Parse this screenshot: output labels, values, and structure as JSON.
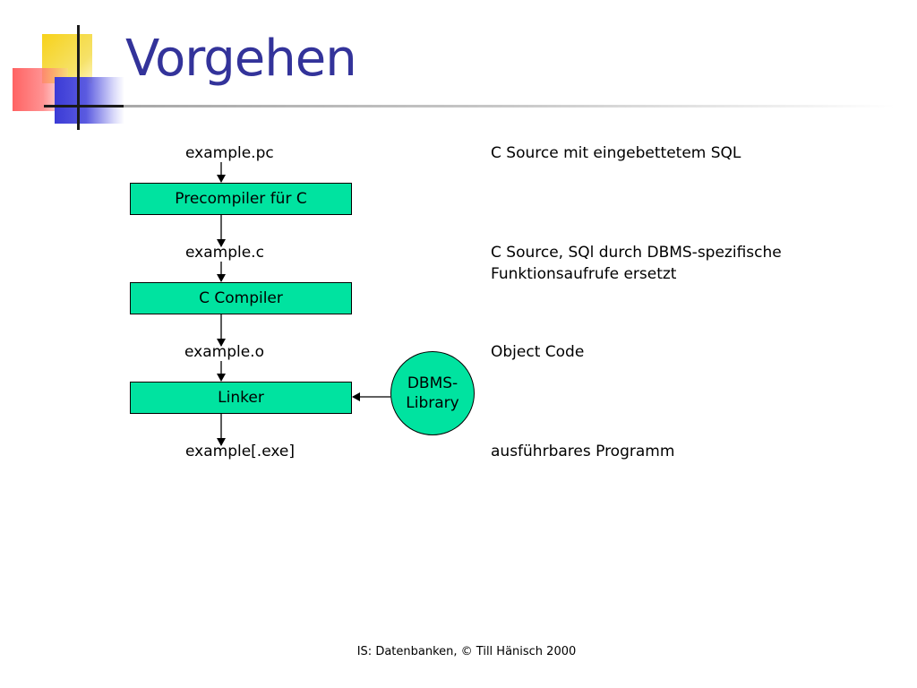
{
  "slide": {
    "title": "Vorgehen",
    "footer": "IS: Datenbanken, © Till Hänisch 2000"
  },
  "flow": {
    "files": [
      "example.pc",
      "example.c",
      "example.o",
      "example[.exe]"
    ],
    "steps": [
      "Precompiler für C",
      "C Compiler",
      "Linker"
    ],
    "library": "DBMS-Library",
    "descriptions": [
      "C Source mit eingebettetem SQL",
      "C Source, SQl durch DBMS-spezifische Funktionsaufrufe ersetzt",
      "Object Code",
      "ausführbares Programm"
    ]
  },
  "colors": {
    "title": "#33339a",
    "box_fill": "#00e3a0",
    "accent_yellow": "#f7d21b",
    "accent_red": "#ff5a5a",
    "accent_blue": "#3b3bd6"
  }
}
